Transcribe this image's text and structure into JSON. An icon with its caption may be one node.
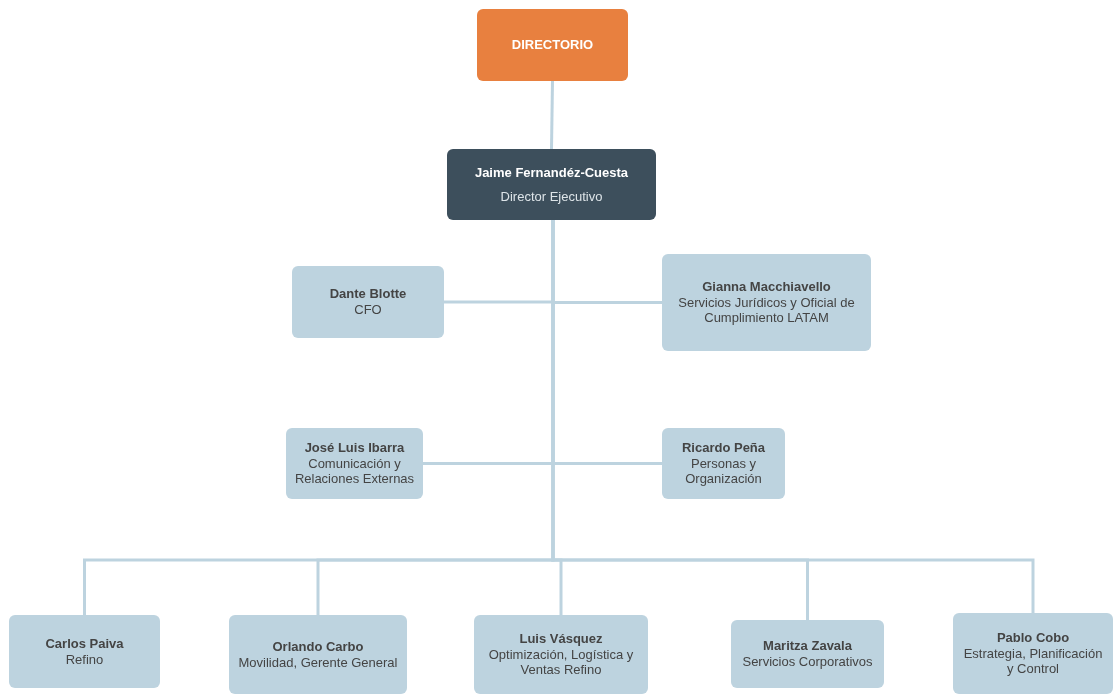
{
  "diagram": {
    "nodes": [
      {
        "text": [
          "DIRECTORIO"
        ]
      },
      {
        "text": [
          "Jaime Fernandéz-Cuesta",
          "Director Ejecutivo"
        ]
      },
      {
        "text": [
          "Dante Blotte",
          "CFO"
        ]
      },
      {
        "text": [
          "Gianna Macchiavello",
          "Servicios Jurídicos y Oficial de Cumplimiento LATAM"
        ]
      },
      {
        "text": [
          "José Luis Ibarra",
          "Comunicación y Relaciones Externas"
        ]
      },
      {
        "text": [
          "Ricardo Peña",
          "Personas y Organización"
        ]
      },
      {
        "text": [
          "Carlos Paiva",
          "Refino"
        ]
      },
      {
        "text": [
          "Orlando Carbo",
          "Movilidad, Gerente General"
        ]
      },
      {
        "text": [
          "Luis Vásquez",
          "Optimización, Logística y Ventas Refino"
        ]
      },
      {
        "text": [
          "Maritza Zavala",
          "Servicios Corporativos"
        ]
      },
      {
        "text": [
          "Pablo Cobo",
          "Estrategia, Planificación y Control"
        ]
      }
    ],
    "edges": [
      {
        "from": 0,
        "to": 1,
        "arrow": "none"
      },
      {
        "from": 1,
        "to": 2,
        "arrow": "none"
      },
      {
        "from": 1,
        "to": 3,
        "arrow": "none"
      },
      {
        "from": 1,
        "to": 4,
        "arrow": "none"
      },
      {
        "from": 1,
        "to": 5,
        "arrow": "none"
      },
      {
        "from": 1,
        "to": 6,
        "arrow": "none"
      },
      {
        "from": 1,
        "to": 7,
        "arrow": "none"
      },
      {
        "from": 1,
        "to": 8,
        "arrow": "none"
      },
      {
        "from": 1,
        "to": 9,
        "arrow": "none"
      },
      {
        "from": 1,
        "to": 10,
        "arrow": "none"
      }
    ]
  }
}
